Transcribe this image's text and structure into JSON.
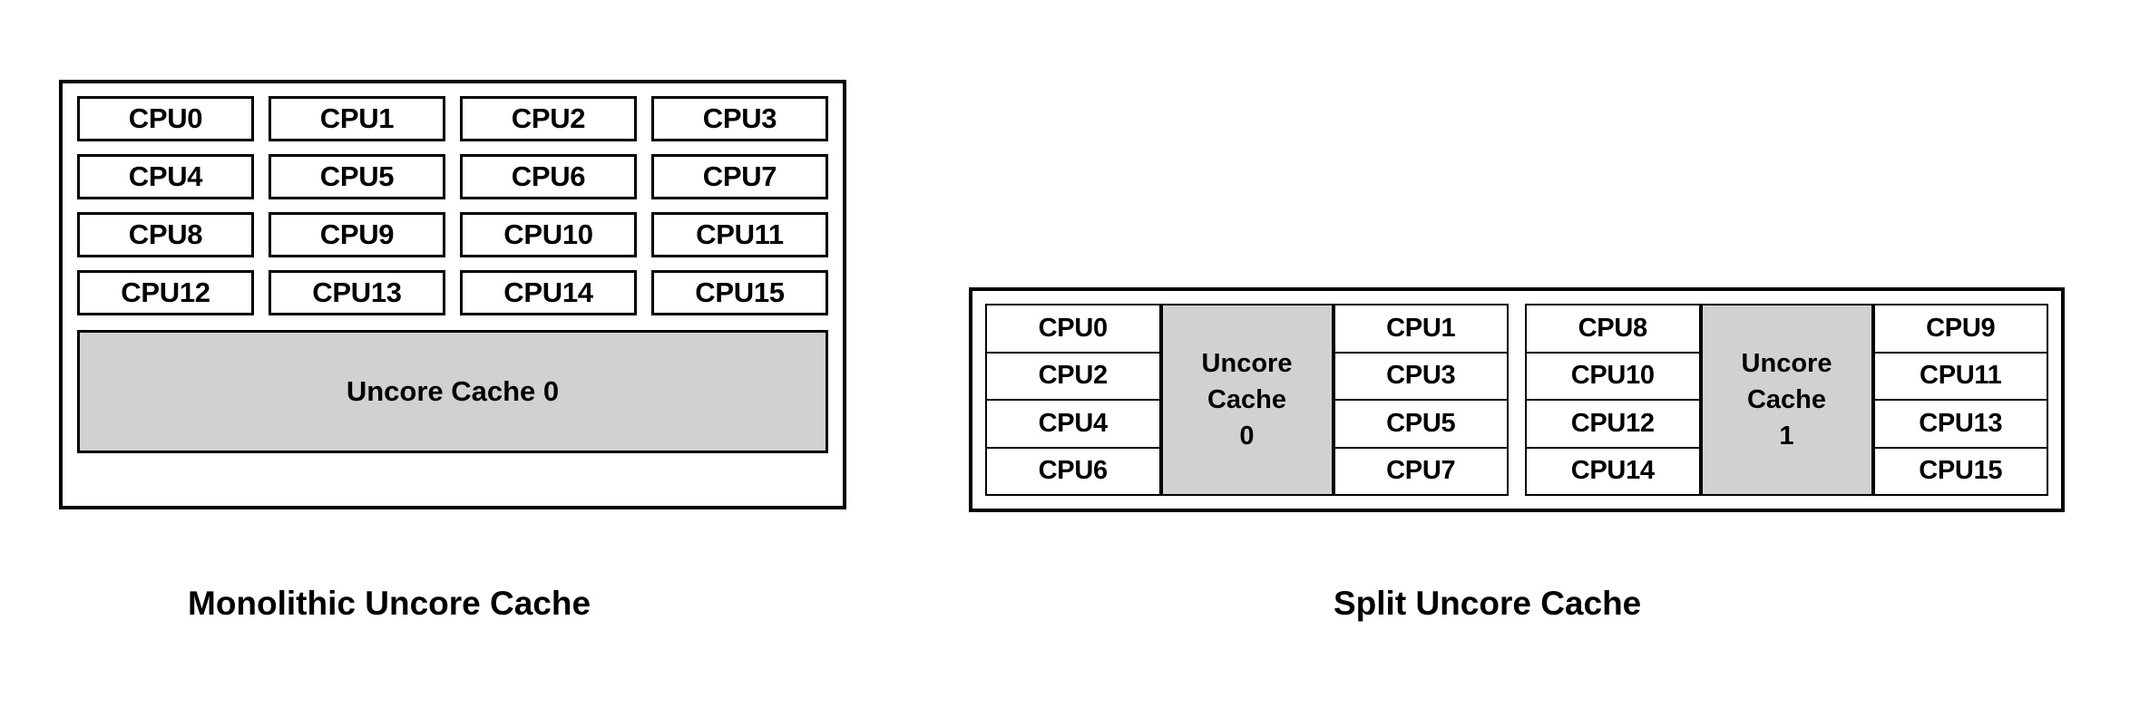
{
  "diagram": {
    "title_left": "Monolithic Uncore Cache",
    "title_right": "Split Uncore Cache",
    "colors": {
      "cache_fill": "#d1d1d1",
      "box_stroke": "#000000",
      "background": "#ffffff",
      "text": "#000000"
    }
  },
  "monolithic": {
    "caption": "Monolithic Uncore Cache",
    "cpu_grid": {
      "rows": 4,
      "cols": 4,
      "cells": [
        "CPU0",
        "CPU1",
        "CPU2",
        "CPU3",
        "CPU4",
        "CPU5",
        "CPU6",
        "CPU7",
        "CPU8",
        "CPU9",
        "CPU10",
        "CPU11",
        "CPU12",
        "CPU13",
        "CPU14",
        "CPU15"
      ]
    },
    "cache": {
      "label": "Uncore Cache 0"
    }
  },
  "split": {
    "caption": "Split Uncore Cache",
    "groups": [
      {
        "left_column": [
          "CPU0",
          "CPU2",
          "CPU4",
          "CPU6"
        ],
        "cache": {
          "line1": "Uncore",
          "line2": "Cache",
          "line3": "0"
        },
        "right_column": [
          "CPU1",
          "CPU3",
          "CPU5",
          "CPU7"
        ]
      },
      {
        "left_column": [
          "CPU8",
          "CPU10",
          "CPU12",
          "CPU14"
        ],
        "cache": {
          "line1": "Uncore",
          "line2": "Cache",
          "line3": "1"
        },
        "right_column": [
          "CPU9",
          "CPU11",
          "CPU13",
          "CPU15"
        ]
      }
    ]
  }
}
